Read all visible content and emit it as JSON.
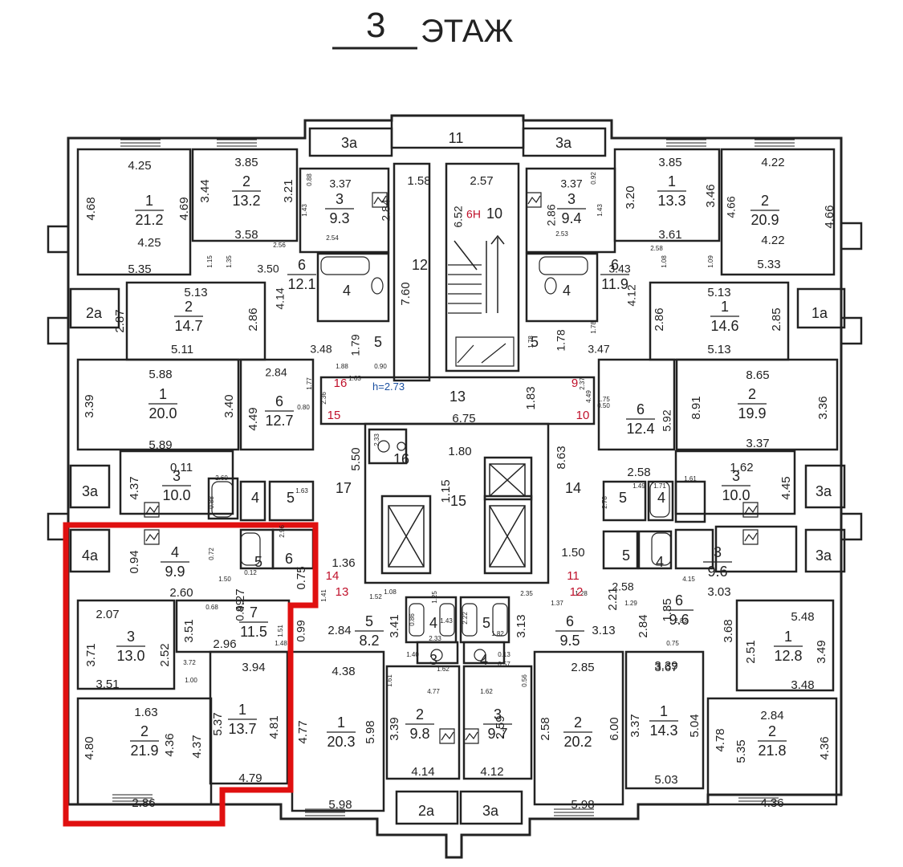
{
  "header": {
    "floor_number": "3",
    "floor_word": "ЭТАЖ"
  },
  "annotations": {
    "ceiling_height": "h=2.73"
  },
  "colors": {
    "highlight": "#e01010",
    "annotation_red": "#c0102a",
    "annotation_blue": "#1a4fa0",
    "wall": "#222222"
  },
  "rooms": [
    {
      "name": "room-balcony-3a-top-left",
      "num": "3a",
      "area": ""
    },
    {
      "name": "room-11-top",
      "num": "11",
      "area": ""
    },
    {
      "name": "room-balcony-3a-top-right",
      "num": "3a",
      "area": ""
    },
    {
      "name": "room-1-a1",
      "num": "1",
      "area": "21.2"
    },
    {
      "name": "room-2-a1",
      "num": "2",
      "area": "13.2"
    },
    {
      "name": "room-3-a1",
      "num": "3",
      "area": "9.3"
    },
    {
      "name": "room-6-a1",
      "num": "6",
      "area": "12.1"
    },
    {
      "name": "room-4-a1",
      "num": "4",
      "area": ""
    },
    {
      "name": "room-5-a1",
      "num": "5",
      "area": ""
    },
    {
      "name": "room-2a-a2",
      "num": "2a",
      "area": ""
    },
    {
      "name": "room-2-a2",
      "num": "2",
      "area": "14.7"
    },
    {
      "name": "room-1-a3",
      "num": "1",
      "area": "20.0"
    },
    {
      "name": "room-6-a3",
      "num": "6",
      "area": "12.7"
    },
    {
      "name": "room-3a-a4",
      "num": "3a",
      "area": ""
    },
    {
      "name": "room-3-a4",
      "num": "3",
      "area": "10.0"
    },
    {
      "name": "room-4-a4",
      "num": "4",
      "area": ""
    },
    {
      "name": "room-5-a4",
      "num": "5",
      "area": ""
    },
    {
      "name": "room-4a-hl",
      "num": "4a",
      "area": ""
    },
    {
      "name": "room-4-hl",
      "num": "4",
      "area": "9.9"
    },
    {
      "name": "room-5-hl",
      "num": "5",
      "area": ""
    },
    {
      "name": "room-6-hl",
      "num": "6",
      "area": ""
    },
    {
      "name": "room-3-hl",
      "num": "3",
      "area": "13.0"
    },
    {
      "name": "room-7-hl",
      "num": "7",
      "area": "11.5"
    },
    {
      "name": "room-2-hl",
      "num": "2",
      "area": "21.9"
    },
    {
      "name": "room-1-hl",
      "num": "1",
      "area": "13.7"
    },
    {
      "name": "room-12-stair",
      "num": "12",
      "area": ""
    },
    {
      "name": "room-10-stair",
      "num": "10",
      "area": ""
    },
    {
      "name": "room-13-corridor",
      "num": "13",
      "area": ""
    },
    {
      "name": "room-16-shaft",
      "num": "16",
      "area": ""
    },
    {
      "name": "room-15-hall",
      "num": "15",
      "area": ""
    },
    {
      "name": "room-17-corridor",
      "num": "17",
      "area": ""
    },
    {
      "name": "room-14-corridor",
      "num": "14",
      "area": ""
    },
    {
      "name": "room-1-b1",
      "num": "1",
      "area": "13.3"
    },
    {
      "name": "room-2-b1",
      "num": "2",
      "area": "20.9"
    },
    {
      "name": "room-3-b1",
      "num": "3",
      "area": "9.4"
    },
    {
      "name": "room-4-b1",
      "num": "4",
      "area": ""
    },
    {
      "name": "room-5-b1",
      "num": "5",
      "area": ""
    },
    {
      "name": "room-6-b1",
      "num": "6",
      "area": "11.9"
    },
    {
      "name": "room-1-b2",
      "num": "1",
      "area": "14.6"
    },
    {
      "name": "room-1a-b2",
      "num": "1a",
      "area": ""
    },
    {
      "name": "room-6-b3",
      "num": "6",
      "area": "12.4"
    },
    {
      "name": "room-2-b3",
      "num": "2",
      "area": "19.9"
    },
    {
      "name": "room-5-b4",
      "num": "5",
      "area": ""
    },
    {
      "name": "room-4-b4",
      "num": "4",
      "area": ""
    },
    {
      "name": "room-3-b4",
      "num": "3",
      "area": "10.0"
    },
    {
      "name": "room-3a-b4",
      "num": "3a",
      "area": ""
    },
    {
      "name": "room-5-b5",
      "num": "5",
      "area": ""
    },
    {
      "name": "room-4-b5",
      "num": "4",
      "area": ""
    },
    {
      "name": "room-3-b5",
      "num": "3",
      "area": "9.6"
    },
    {
      "name": "room-3a-b5",
      "num": "3a",
      "area": ""
    },
    {
      "name": "room-6-b6",
      "num": "6",
      "area": "9.6"
    },
    {
      "name": "room-1-b6",
      "num": "1",
      "area": "12.8"
    },
    {
      "name": "room-2-b6",
      "num": "2",
      "area": "21.8"
    },
    {
      "name": "room-1-b7",
      "num": "1",
      "area": "14.3"
    },
    {
      "name": "room-2-b7",
      "num": "2",
      "area": "20.2"
    },
    {
      "name": "room-6-b7",
      "num": "6",
      "area": "9.5"
    },
    {
      "name": "room-5-c1",
      "num": "5",
      "area": "8.2"
    },
    {
      "name": "room-1-c1",
      "num": "1",
      "area": "20.3"
    },
    {
      "name": "room-2-c1",
      "num": "2",
      "area": "9.8"
    },
    {
      "name": "room-3-c1",
      "num": "3",
      "area": "9.7"
    },
    {
      "name": "room-3-c2",
      "num": "3",
      "area": ""
    },
    {
      "name": "room-4-c2",
      "num": "4",
      "area": ""
    },
    {
      "name": "room-4-c3",
      "num": "4",
      "area": ""
    },
    {
      "name": "room-5-c3",
      "num": "5",
      "area": ""
    },
    {
      "name": "room-2a-bottom",
      "num": "2a",
      "area": ""
    },
    {
      "name": "room-3a-bottom",
      "num": "3a",
      "area": ""
    }
  ],
  "dimensions": [
    "4.25",
    "4.68",
    "4.69",
    "4.25",
    "5.35",
    "3.85",
    "3.44",
    "3.21",
    "3.58",
    "3.37",
    "2.84",
    "3.50",
    "0.88",
    "1.43",
    "2.54",
    "2.56",
    "1.15",
    "1.35",
    "1.58",
    "2.57",
    "6.52",
    "6H",
    "7.60",
    "3.85",
    "3.20",
    "3.46",
    "3.61",
    "4.22",
    "4.66",
    "4.66",
    "4.22",
    "5.33",
    "2.86",
    "3.37",
    "0.92",
    "1.43",
    "2.53",
    "2.58",
    "1.08",
    "1.09",
    "3.43",
    "5.13",
    "2.87",
    "2.86",
    "5.11",
    "4.14",
    "3.48",
    "1.79",
    "1.88",
    "1.63",
    "0.90",
    "1.78",
    "1.78",
    "1.78",
    "3.47",
    "5.13",
    "2.86",
    "2.85",
    "5.13",
    "4.12",
    "5.88",
    "3.39",
    "3.40",
    "5.89",
    "2.84",
    "4.49",
    "2.36",
    "1.77",
    "0.80",
    "6.75",
    "1.83",
    "1.80",
    "2.33",
    "1.15",
    "5.50",
    "8.63",
    "8.65",
    "8.91",
    "3.36",
    "3.37",
    "5.92",
    "4.49",
    "2.37",
    "1.75",
    "0.50",
    "0.11",
    "4.37",
    "2.60",
    "0.88",
    "1.63",
    "0.72",
    "1.62",
    "4.45",
    "2.58",
    "2.78",
    "1.49",
    "1.71",
    "1.61",
    "0.94",
    "2.60",
    "4.27",
    "2.96",
    "1.50",
    "0.75",
    "1.36",
    "1.50",
    "1.52",
    "1.08",
    "1.28",
    "2.58",
    "3.03",
    "4.15",
    "0.68",
    "2.07",
    "3.71",
    "3.51",
    "2.52",
    "3.51",
    "3.72",
    "1.00",
    "0.99",
    "2.96",
    "3.94",
    "2.84",
    "4.38",
    "3.41",
    "3.13",
    "3.13",
    "5.48",
    "3.68",
    "2.51",
    "3.49",
    "3.48",
    "3.67",
    "2.84",
    "1.35",
    "2.83",
    "0.75",
    "1.29",
    "2.21",
    "1.37",
    "1.63",
    "4.80",
    "4.36",
    "4.37",
    "5.37",
    "4.81",
    "4.79",
    "2.86",
    "4.77",
    "5.98",
    "5.98",
    "3.39",
    "4.14",
    "2.59",
    "4.12",
    "2.58",
    "6.00",
    "5.98",
    "3.37",
    "5.04",
    "5.03",
    "2.85",
    "3.39",
    "2.84",
    "4.78",
    "5.35",
    "4.36",
    "4.36",
    "4.77",
    "1.62",
    "1.61",
    "0.56",
    "0.57",
    "0.99",
    "1.41",
    "1.51",
    "1.48",
    "0.12",
    "0.86",
    "2.22",
    "2.35",
    "1.25",
    "2.33",
    "1.43",
    "1.62",
    "1.82",
    "1.40",
    "0.13",
    "0.11"
  ],
  "markers": [
    "16",
    "15",
    "14",
    "13",
    "9",
    "10",
    "11",
    "12"
  ]
}
